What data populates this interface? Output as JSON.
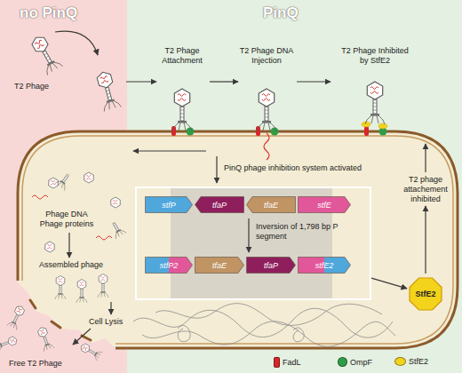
{
  "diagram": {
    "nodes": [
      {
        "text": [
          "no PinQ"
        ]
      },
      {
        "text": [
          "PinQ"
        ]
      },
      {
        "text": [
          "Inversion of 1,798 bp P segment"
        ],
        "in": 1
      },
      {
        "text": [
          "stfP"
        ],
        "in": 2
      },
      {
        "text": [
          "tfaP"
        ],
        "in": 2
      },
      {
        "text": [
          "tfaE"
        ],
        "in": 2
      },
      {
        "text": [
          "stfE"
        ],
        "in": 2
      },
      {
        "text": [
          "stfP2"
        ],
        "in": 2
      },
      {
        "text": [
          "tfaE"
        ],
        "in": 2
      },
      {
        "text": [
          "tfaP"
        ],
        "in": 2
      },
      {
        "text": [
          "stfE2"
        ],
        "in": 2
      },
      {
        "text": [
          "StfE2"
        ],
        "in": 1
      }
    ],
    "edges": [
      {
        "from": 2,
        "to": 11,
        "arrow": "to"
      }
    ],
    "labels": [
      "T2 Phage",
      "T2 Phage Attachment",
      "T2 Phage DNA Injection",
      "T2 Phage Inhibited by StfE2",
      "PinQ phage inhibition system activated",
      "Phage DNA Phage proteins",
      "T2 phage attachement inhibited",
      "Assembled phage",
      "Cell Lysis",
      "Free T2 Phage"
    ],
    "legend": [
      {
        "text": "FadL",
        "color": "#d7262b"
      },
      {
        "text": "OmpF",
        "color": "#2f9d46"
      },
      {
        "text": "StfE2",
        "color": "#f3d31c"
      }
    ]
  }
}
